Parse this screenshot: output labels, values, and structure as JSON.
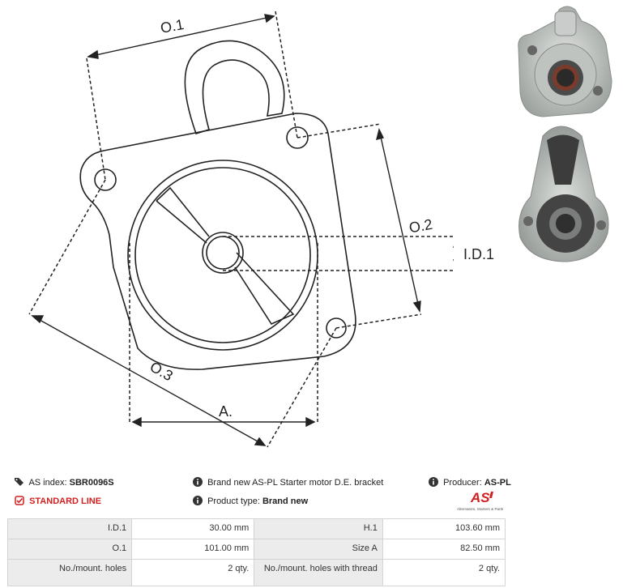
{
  "drawing": {
    "labels": {
      "o1": "O.1",
      "o2": "O.2",
      "o3": "O.3",
      "id1": "I.D.1",
      "a": "A."
    }
  },
  "product": {
    "as_index_label": "AS index:",
    "as_index_value": "SBR0096S",
    "line": "STANDARD LINE",
    "description": "Brand new AS-PL Starter motor D.E. bracket",
    "product_type_label": "Product type:",
    "product_type_value": "Brand new",
    "producer_label": "Producer:",
    "producer_value": "AS-PL",
    "logo_text": "AS",
    "logo_tagline": "Alternators, Starters & Parts",
    "accent_color": "#d0201f"
  },
  "specs": [
    {
      "label_1": "I.D.1",
      "value_1": "30.00 mm",
      "label_2": "H.1",
      "value_2": "103.60 mm"
    },
    {
      "label_1": "O.1",
      "value_1": "101.00 mm",
      "label_2": "Size A",
      "value_2": "82.50 mm"
    },
    {
      "label_1": "No./mount. holes",
      "value_1": "2 qty.",
      "label_2": "No./mount. holes with thread",
      "value_2": "2 qty."
    }
  ],
  "icons": {
    "as_index": "tags-icon",
    "line": "check-square-icon",
    "info": "info-circle-icon"
  }
}
